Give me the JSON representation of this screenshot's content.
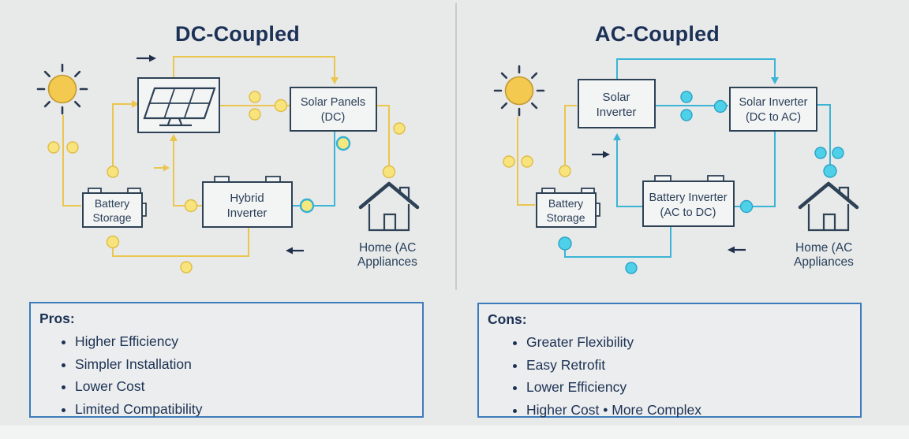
{
  "left": {
    "title": "DC-Coupled",
    "nodes": {
      "solar_panels": {
        "line1": "Solar Panels",
        "line2": "(DC)"
      },
      "battery_storage": {
        "line1": "Battery",
        "line2": "Storage"
      },
      "hybrid_inverter": {
        "line1": "Hybrid",
        "line2": "Inverter"
      },
      "home": {
        "line1": "Home (AC",
        "line2": "Appliances"
      }
    },
    "panel": {
      "title": "Pros:",
      "items": [
        "Higher Efficiency",
        "Simpler Installation",
        "Lower Cost",
        "Limited Compatibility"
      ]
    }
  },
  "right": {
    "title": "AC-Coupled",
    "nodes": {
      "solar_inverter": {
        "line1": "Solar",
        "line2": "Inverter"
      },
      "solar_inverter_dc_ac": {
        "line1": "Solar Inverter",
        "line2": "(DC to AC)"
      },
      "battery_storage": {
        "line1": "Battery",
        "line2": "Storage"
      },
      "battery_inverter": {
        "line1": "Battery Inverter",
        "line2": "(AC to DC)"
      },
      "home": {
        "line1": "Home (AC",
        "line2": "Appliances"
      }
    },
    "panel": {
      "title": "Cons:",
      "items": [
        "Greater Flexibility",
        "Easy Retrofit",
        "Lower Efficiency",
        "Higher Cost • More Complex"
      ]
    }
  },
  "icons": [
    "sun-icon",
    "solar-panel-icon",
    "battery-icon",
    "house-icon",
    "arrow-right-icon",
    "arrow-left-icon",
    "flow-dot-icon"
  ],
  "colors": {
    "background": "#e8e9e9",
    "navy": "#2a3f58",
    "title_navy": "#1b3156",
    "dc_wire_yellow": "#eac64e",
    "dc_dot_yellow": "#f8e47d",
    "ac_wire_teal": "#3cb4d6",
    "ac_dot_cyan": "#4fd0e9",
    "box_fill": "#f3f4f4",
    "panel_border_blue": "#3d7cba",
    "divider_gray": "#c9cbcc"
  }
}
